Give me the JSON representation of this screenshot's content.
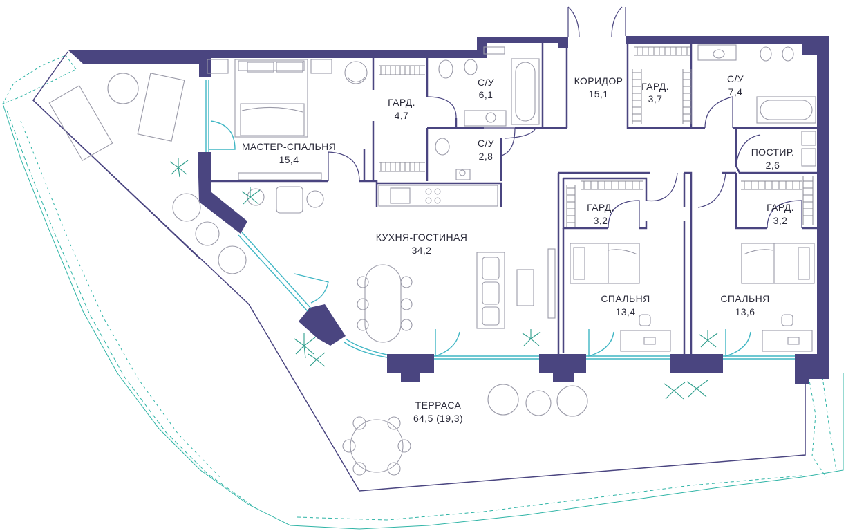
{
  "colors": {
    "wall": "#4a4580",
    "glazing": "#3fb6c4",
    "greenery": "#2fb4a6",
    "furniture": "#9a9aa8"
  },
  "rooms": {
    "master_bedroom": {
      "name": "МАСТЕР-СПАЛЬНЯ",
      "area": "15,4"
    },
    "wardrobe_master": {
      "name": "ГАРД.",
      "area": "4,7"
    },
    "bathroom_main": {
      "name": "С/У",
      "area": "6,1"
    },
    "bathroom_small": {
      "name": "С/У",
      "area": "2,8"
    },
    "corridor": {
      "name": "КОРИДОР",
      "area": "15,1"
    },
    "wardrobe_corridor": {
      "name": "ГАРД.",
      "area": "3,7"
    },
    "bathroom_right": {
      "name": "С/У",
      "area": "7,4"
    },
    "laundry": {
      "name": "ПОСТИР.",
      "area": "2,6"
    },
    "kitchen_living": {
      "name": "КУХНЯ-ГОСТИНАЯ",
      "area": "34,2"
    },
    "wardrobe_bedroom1": {
      "name": "ГАРД.",
      "area": "3,2"
    },
    "wardrobe_bedroom2": {
      "name": "ГАРД.",
      "area": "3,2"
    },
    "bedroom1": {
      "name": "СПАЛЬНЯ",
      "area": "13,4"
    },
    "bedroom2": {
      "name": "СПАЛЬНЯ",
      "area": "13,6"
    },
    "terrace": {
      "name": "ТЕРРАСА",
      "area": "64,5 (19,3)"
    }
  }
}
